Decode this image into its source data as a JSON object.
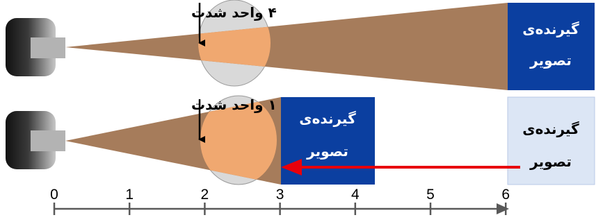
{
  "top_row": {
    "intensity_label": "۴ واحد شدت",
    "receiver_line1": "گیرنده‌ی",
    "receiver_line2": "تصویر"
  },
  "bottom_row": {
    "intensity_label": "۱ واحد شدت",
    "receiver_line1": "گیرنده‌ی",
    "receiver_line2": "تصویر",
    "ghost_receiver_line1": "گیرنده‌ی",
    "ghost_receiver_line2": "تصویر"
  },
  "distance_axis": {
    "ticks": [
      "0",
      "1",
      "2",
      "3",
      "4",
      "5",
      "6"
    ]
  },
  "colors": {
    "beam": "#a67c5b",
    "lens": "#d9d9d9",
    "lens_overlap": "#f0a870",
    "receiver": "#0b3fa0",
    "ghost_receiver": "#dce6f5",
    "arrow": "#e8000b"
  }
}
